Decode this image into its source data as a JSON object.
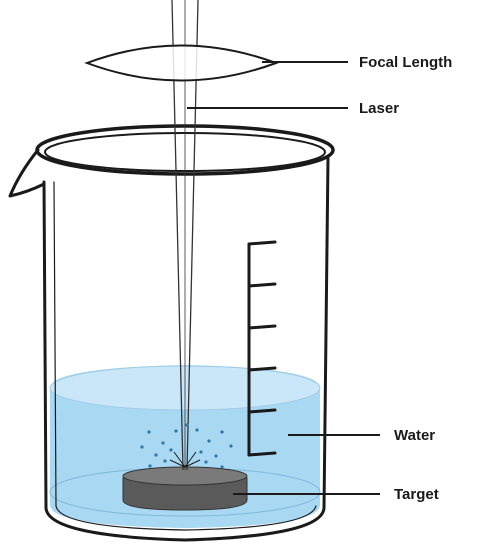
{
  "labels": {
    "focal_length": "Focal Length",
    "laser": "Laser",
    "water": "Water",
    "target": "Target"
  },
  "colors": {
    "water_fill": "#a9d8f2",
    "water_surface": "#c9e7f8",
    "target_side": "#5a5a5a",
    "target_top": "#7a7a7a",
    "outline": "#1a1a1a",
    "splash_dots": "#2f79a8"
  },
  "icons": {
    "lens": "biconvex-lens-icon",
    "beaker": "beaker-icon",
    "target": "target-disc-icon"
  }
}
